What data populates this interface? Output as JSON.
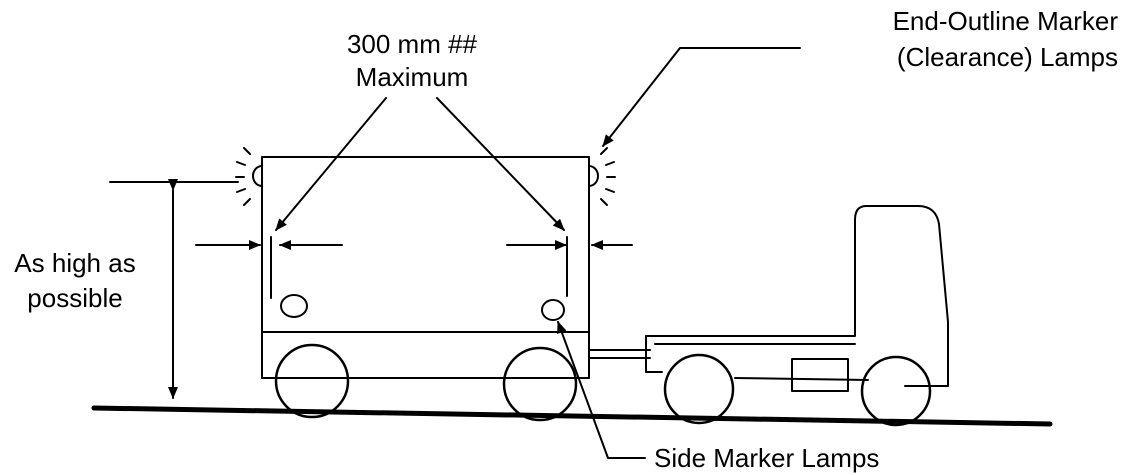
{
  "labels": {
    "dimension_line1": "300 mm ##",
    "dimension_line2": "Maximum",
    "end_outline_line1": "End-Outline Marker",
    "end_outline_line2": "(Clearance) Lamps",
    "height_line1": "As high as",
    "height_line2": "possible",
    "side_marker": "Side Marker Lamps"
  }
}
